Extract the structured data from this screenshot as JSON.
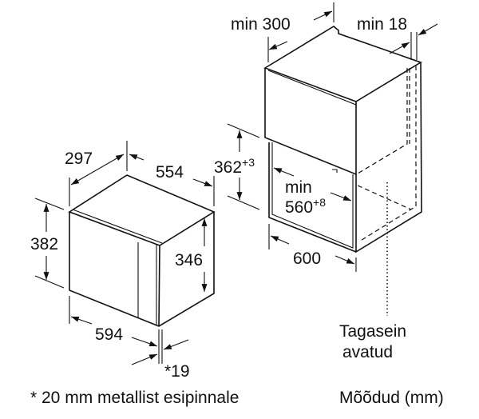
{
  "microwave": {
    "depth": "297",
    "width_top": "554",
    "height_total": "382",
    "height_side": "346",
    "width_front": "594",
    "front_note": "*19"
  },
  "cabinet": {
    "min_depth": "min 300",
    "min_gap": "min 18",
    "niche_height": "362",
    "niche_height_tol": "+3",
    "niche_width_min": "min",
    "niche_width": "560",
    "niche_width_tol": "+8",
    "cabinet_width": "600",
    "back_label_line1": "Tagasein",
    "back_label_line2": "avatud"
  },
  "footer": {
    "note": "* 20 mm metallist esipinnale",
    "units": "Mõõdud (mm)"
  }
}
